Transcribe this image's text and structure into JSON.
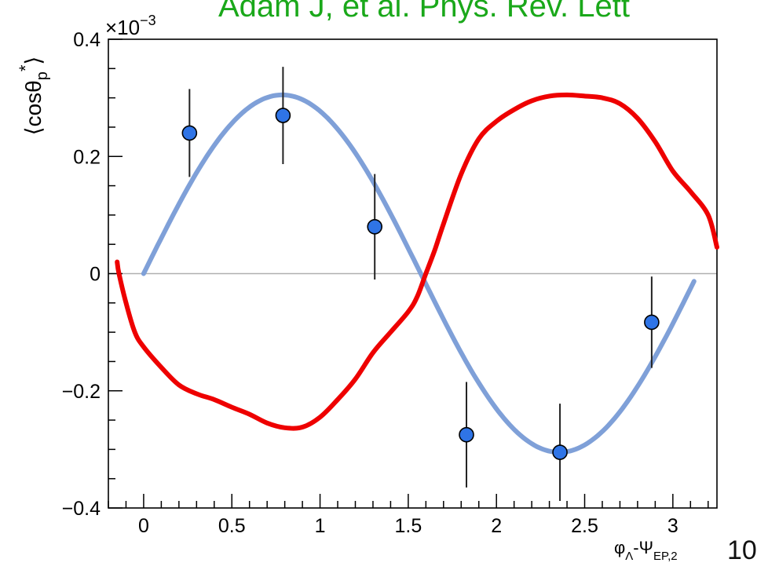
{
  "citation": "Adam J, et al. Phys. Rev. Lett",
  "page_number": "10",
  "colors": {
    "citation": "#1aa81a",
    "measured_points": "#2f74e6",
    "fit_curve": "#7fa0d8",
    "hand_drawn_curve": "#ee0000",
    "zero_line": "#b0b0b0"
  },
  "chart_data": {
    "type": "scatter",
    "title": "",
    "ylabel": "⟨cosθp*⟩",
    "xlabel": "φΛ-ΨEP,2",
    "y_multiplier": "×10⁻³",
    "xlim": [
      -0.2,
      3.25
    ],
    "ylim": [
      -0.4,
      0.4
    ],
    "x_ticks": [
      "0",
      "0.5",
      "1",
      "1.5",
      "2",
      "2.5",
      "3"
    ],
    "y_ticks": [
      "−0.4",
      "−0.2",
      "0",
      "0.2",
      "0.4"
    ],
    "grid": false,
    "zero_line": true,
    "series": [
      {
        "kind": "points_with_error_bars",
        "x": [
          0.26,
          0.79,
          1.31,
          1.83,
          2.36,
          2.88
        ],
        "y": [
          0.24,
          0.27,
          0.08,
          -0.275,
          -0.305,
          -0.083
        ],
        "yerr": [
          0.075,
          0.083,
          0.09,
          0.09,
          0.083,
          0.078
        ]
      },
      {
        "kind": "fit_curve",
        "function": "a*sin(2x)",
        "amplitude": 0.305,
        "x_range": [
          0.0,
          3.12
        ]
      },
      {
        "kind": "hand_drawn_curve",
        "x": [
          -0.15,
          -0.14,
          -0.1,
          -0.05,
          0.0,
          0.1,
          0.2,
          0.3,
          0.4,
          0.5,
          0.6,
          0.7,
          0.8,
          0.9,
          1.0,
          1.1,
          1.2,
          1.3,
          1.4,
          1.5,
          1.55,
          1.6,
          1.65,
          1.7,
          1.8,
          1.9,
          2.0,
          2.1,
          2.2,
          2.3,
          2.4,
          2.5,
          2.6,
          2.7,
          2.8,
          2.9,
          3.0,
          3.1,
          3.2,
          3.25
        ],
        "y": [
          0.02,
          0.0,
          -0.05,
          -0.1,
          -0.125,
          -0.16,
          -0.19,
          -0.205,
          -0.215,
          -0.228,
          -0.24,
          -0.255,
          -0.263,
          -0.262,
          -0.245,
          -0.215,
          -0.18,
          -0.135,
          -0.1,
          -0.065,
          -0.04,
          0.0,
          0.04,
          0.085,
          0.17,
          0.23,
          0.26,
          0.28,
          0.295,
          0.303,
          0.305,
          0.303,
          0.3,
          0.29,
          0.265,
          0.225,
          0.175,
          0.14,
          0.1,
          0.045
        ]
      }
    ]
  }
}
